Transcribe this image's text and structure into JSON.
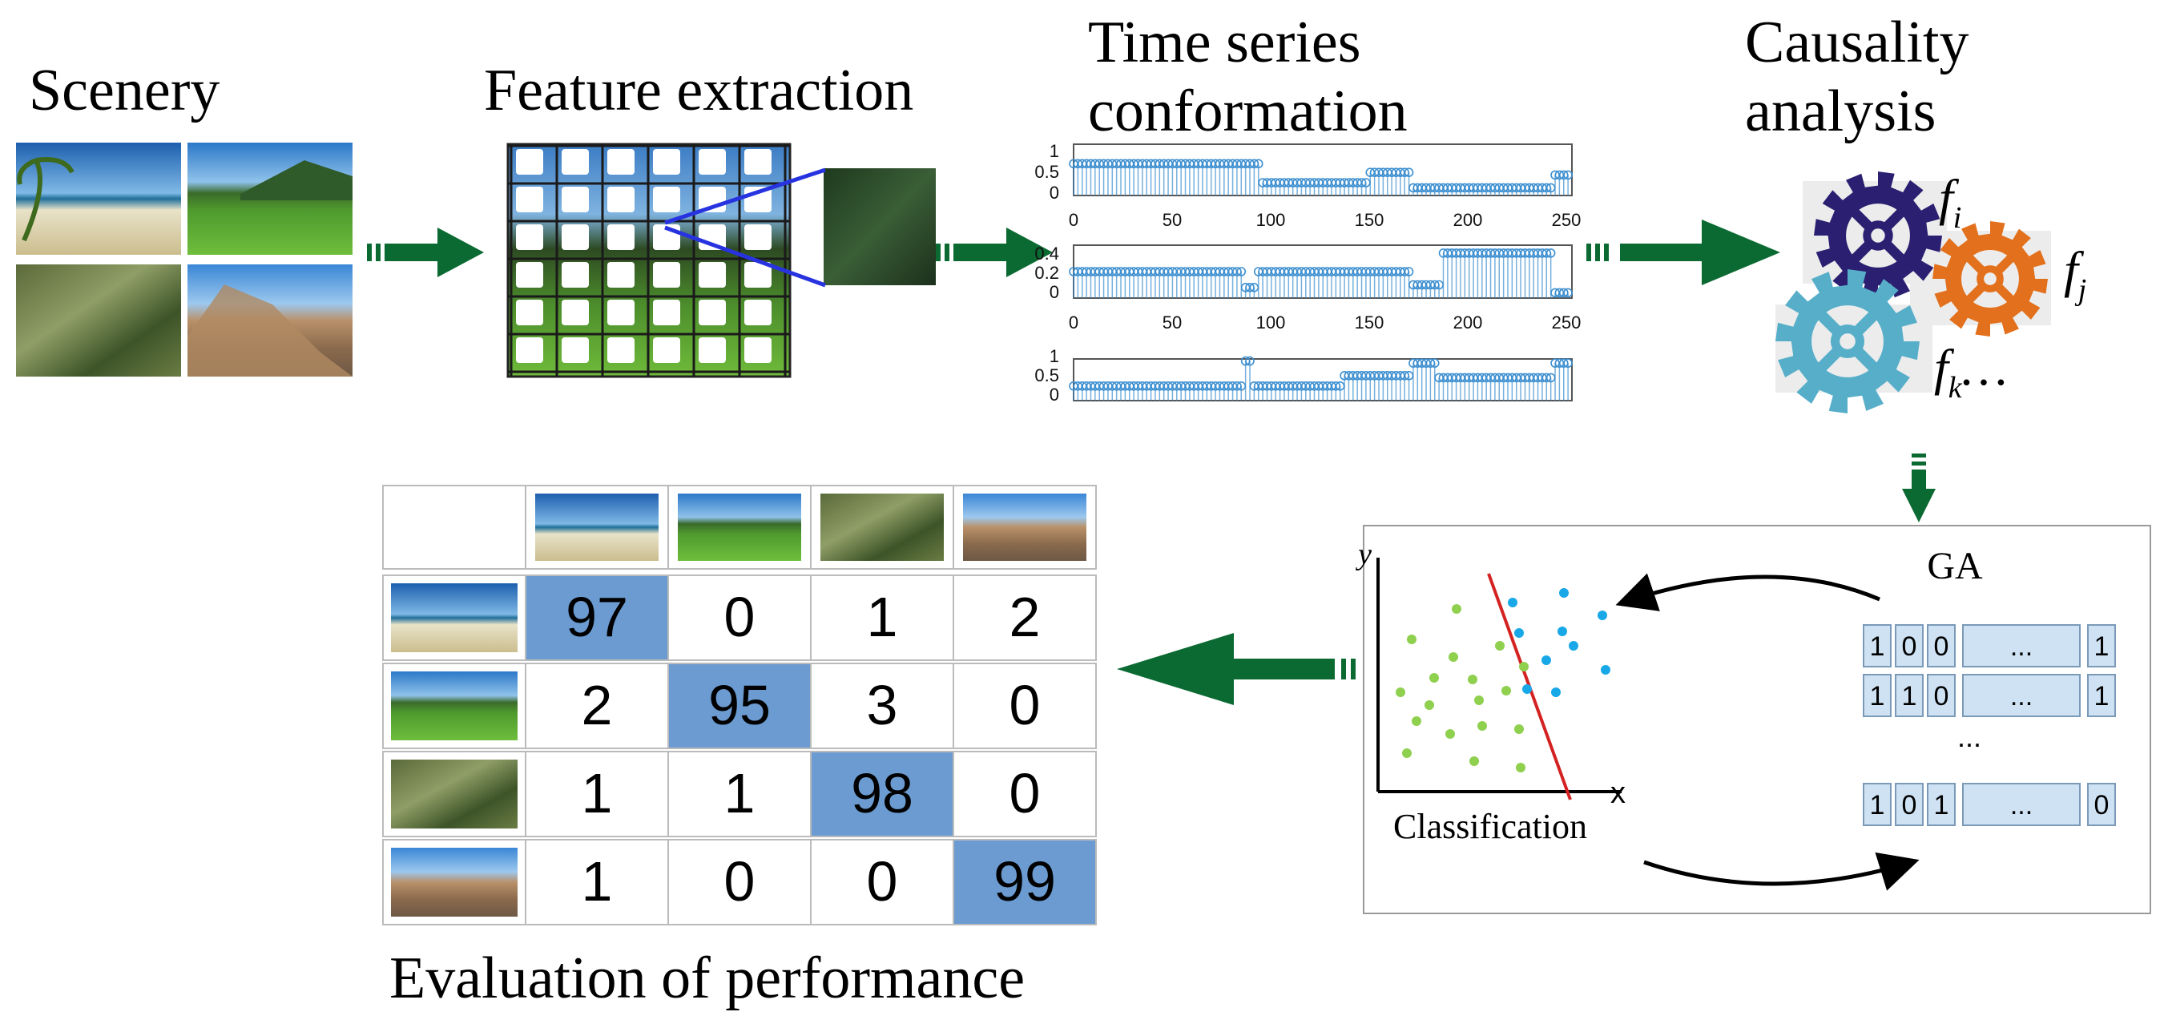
{
  "stages": {
    "scenery": "Scenery",
    "feature_extraction": "Feature extraction",
    "time_series": [
      "Time series",
      "conformation"
    ],
    "causality": [
      "Causality",
      "analysis"
    ],
    "evaluation": "Evaluation of performance"
  },
  "time_series_plots": {
    "x_ticks": [
      "0",
      "50",
      "100",
      "150",
      "200",
      "250"
    ],
    "plot1_y_ticks": [
      "1",
      "0.5",
      "0"
    ],
    "plot2_y_ticks": [
      "0.4",
      "0.2",
      "0"
    ],
    "plot3_y_ticks": [
      "1",
      "0.5",
      "0"
    ]
  },
  "gears": {
    "label_i": "f",
    "sub_i": "i",
    "label_j": "f",
    "sub_j": "j",
    "label_k": "f",
    "sub_k": "k",
    "ellipsis": "…",
    "colors": [
      "#2a1f70",
      "#e2701c",
      "#57aec9"
    ]
  },
  "ga_panel": {
    "title": "GA",
    "classification_label": "Classification",
    "axis_y": "y",
    "axis_x": "x",
    "chromosomes": [
      [
        "1",
        "0",
        "0",
        "...",
        "1"
      ],
      [
        "1",
        "1",
        "0",
        "...",
        "1"
      ],
      [
        "1",
        "0",
        "1",
        "...",
        "0"
      ]
    ],
    "vertical_ellipsis": "..."
  },
  "confusion_matrix": {
    "classes": [
      "beach",
      "field",
      "forest",
      "mountain"
    ],
    "values": [
      [
        "97",
        "0",
        "1",
        "2"
      ],
      [
        "2",
        "95",
        "3",
        "0"
      ],
      [
        "1",
        "1",
        "98",
        "0"
      ],
      [
        "1",
        "0",
        "0",
        "99"
      ]
    ],
    "highlight_color": "#6b9bd1"
  },
  "colors": {
    "arrow_green": "#0b6a32",
    "series_blue": "#3d8fd0",
    "ga_cell": "#cfe2f3"
  }
}
